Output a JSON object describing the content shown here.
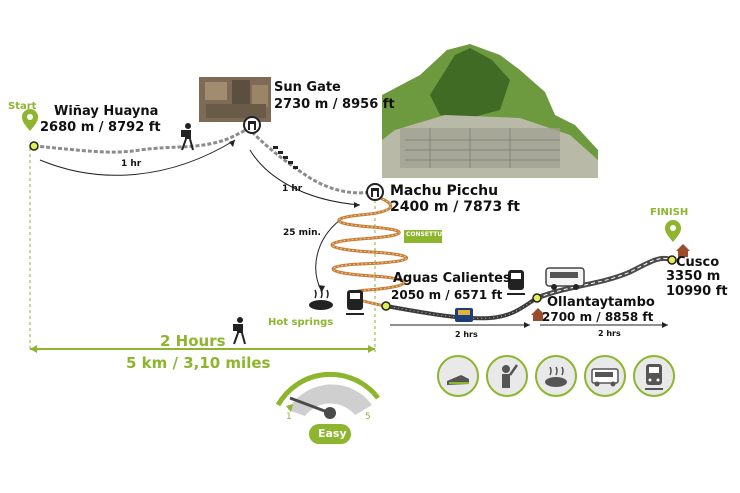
{
  "colors": {
    "accent": "#8db52e",
    "trail": "#8c8c8c",
    "road": "#4a4a4a",
    "wiggle": "#c77c33"
  },
  "points": {
    "start": {
      "tag": "Start",
      "name": "Wiñay Huayna",
      "alt": "2680 m / 8792 ft"
    },
    "sun_gate": {
      "name": "Sun Gate",
      "alt": "2730 m / 8956 ft"
    },
    "machu_picchu": {
      "name": "Machu Picchu",
      "alt": "2400 m / 7873 ft"
    },
    "aguas_calientes": {
      "name": "Aguas Calientes",
      "alt": "2050 m / 6571 ft"
    },
    "ollantaytambo": {
      "name": "Ollantaytambo",
      "alt": "2700 m / 8858 ft"
    },
    "cusco": {
      "tag": "FINISH",
      "name": "Cusco",
      "alt_m": "3350 m",
      "alt_ft": "10990 ft"
    }
  },
  "legs": {
    "start_to_sungate": "1 hr",
    "sungate_to_mp": "1 hr",
    "mp_to_aguas": "25 min.",
    "aguas_to_ollanta": "2 hrs",
    "ollanta_to_cusco": "2 hrs"
  },
  "hot_springs": "Hot springs",
  "bus_sign": "CONSETTUR",
  "total": {
    "time": "2 Hours",
    "distance": "5 km / 3,10 miles"
  },
  "gauge": {
    "min": "1",
    "max": "5",
    "level": "Easy"
  },
  "activities": [
    "hiking-icon",
    "viewpoint-icon",
    "hot-springs-icon",
    "bus-icon",
    "train-icon"
  ]
}
